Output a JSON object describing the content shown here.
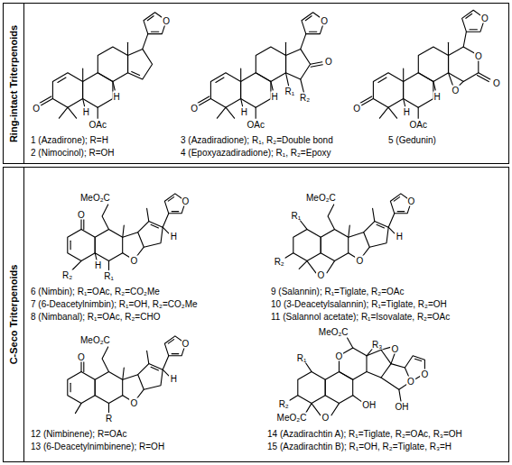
{
  "diagram": {
    "nodes": [
      {
        "text": [
          "Ring-intact Triterpenoids"
        ]
      },
      {
        "text": [
          "C-Seco Triterpenoids"
        ]
      }
    ],
    "labels": [
      "O",
      "H",
      "H",
      "OAc",
      "O",
      "1 (Azadirone); R=H",
      "2 (Nimocinol); R=OH",
      "O",
      "H",
      "H",
      "OAc",
      "O",
      "R₁",
      "R₂",
      "O",
      "3 (Azadiradione); R₁, R₂=Double bond",
      "4 (Epoxyazadiradione); R₁, R₂=Epoxy",
      "O",
      "O",
      "O",
      "O",
      "H",
      "H",
      "OAc",
      "O",
      "5 (Gedunin)",
      "MeO₂C",
      "O",
      "H",
      "R₂",
      "R₁",
      "O",
      "H",
      "O",
      "6 (Nimbin); R₁=OAc, R₂=CO₂Me",
      "7 (6-Deacetylnimbin); R₁=OH, R₂=CO₂Me",
      "8 (Nimbanal); R₁=OAc, R₂=CHO",
      "MeO₂C",
      "R₁",
      "R₂",
      "O",
      "O",
      "H",
      "O",
      "9 (Salannin); R₁=Tiglate, R₂=OAc",
      "10 (3-Deacetylsalannin); R₁=Tiglate, R₂=OH",
      "11 (Salannol acetate); R₁=Isovalate, R₂=OAc",
      "MeO₂C",
      "O",
      "R",
      "O",
      "H",
      "O",
      "12 (Nimbinene); R=OAc",
      "13 (6-Deacetylnimbinene); R=OH",
      "R₁",
      "R₂",
      "MeO₂C",
      "O",
      "OH",
      "O",
      "MeO₂C",
      "R₃",
      "O",
      "O",
      "OH",
      "O",
      "14 (Azadirachtin A); R₁=Tiglate, R₂=OAc, R₃=OH",
      "15 (Azadirachtin B); R₁=OH, R₂=Tiglate, R₃=H"
    ]
  }
}
